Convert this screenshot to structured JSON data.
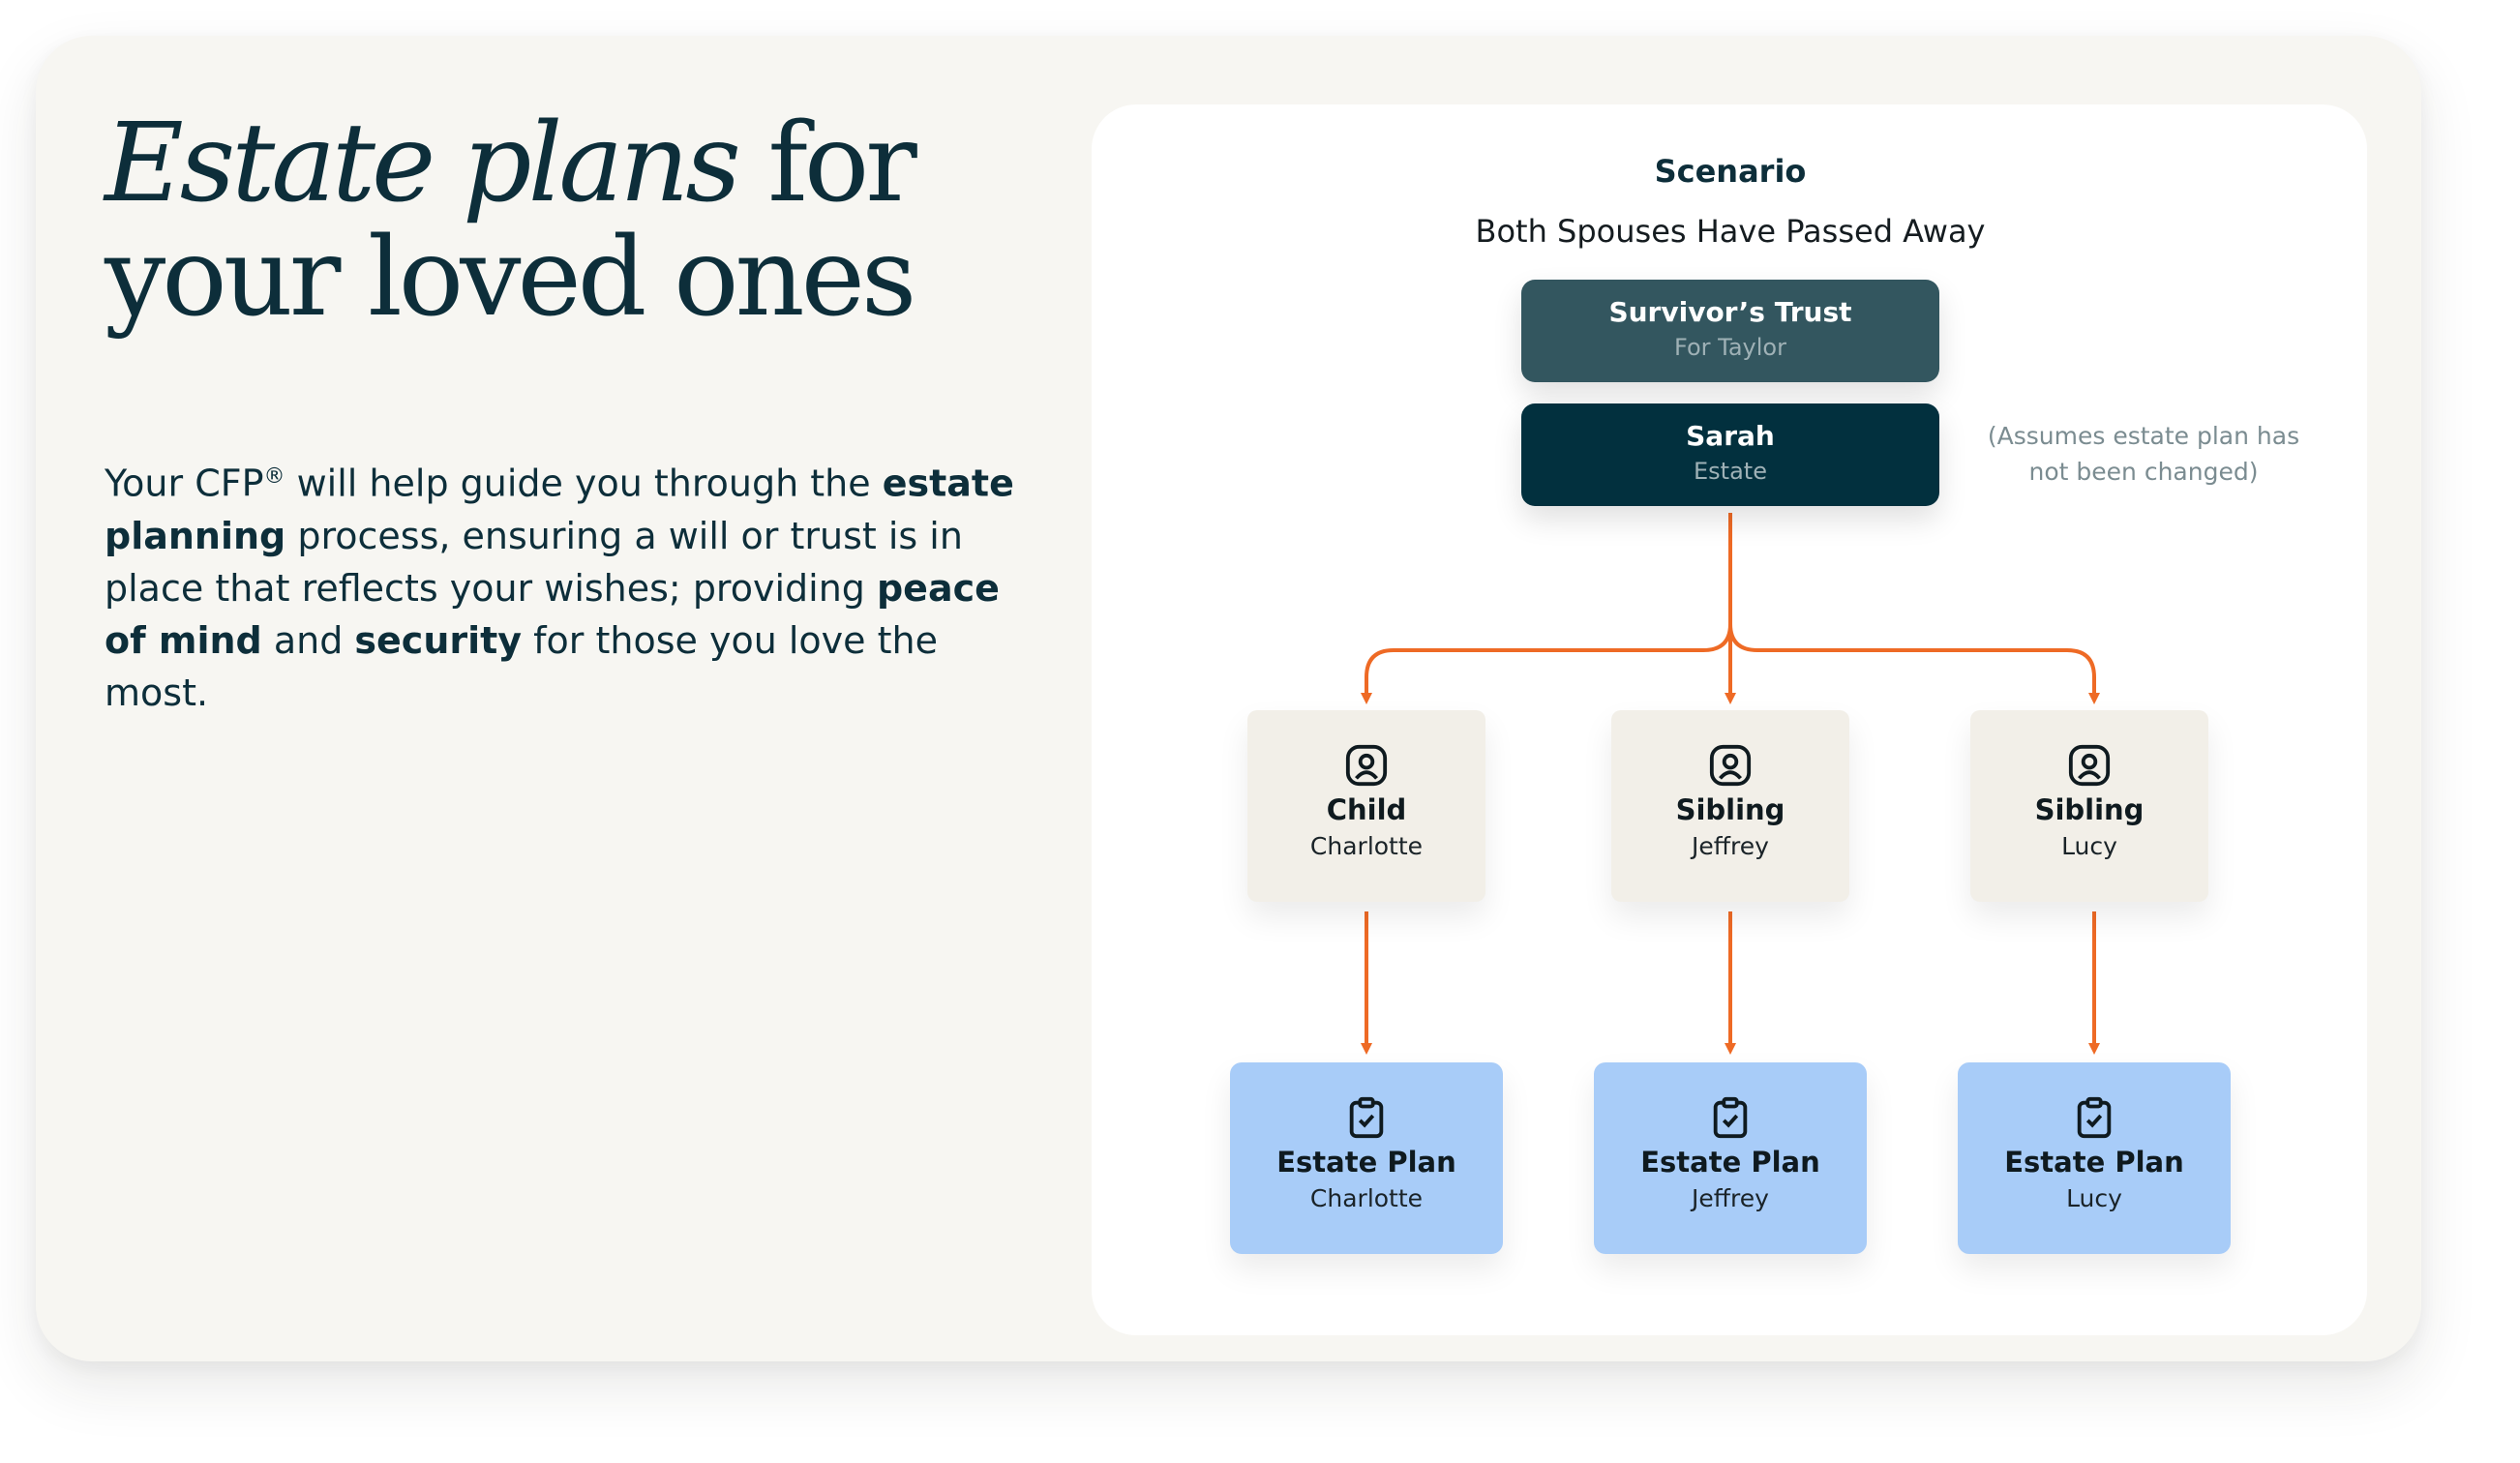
{
  "headline": {
    "italic": "Estate plans",
    "rest": "for your loved ones"
  },
  "intro": {
    "part1": "Your CFP",
    "reg": "®",
    "part2": " will help guide you through the ",
    "bold1": "estate planning",
    "part3": " process, ensuring a will or trust is in place that reflects your wishes; providing ",
    "bold2": "peace of mind",
    "part4": " and ",
    "bold3": "security",
    "part5": " for those you love the most."
  },
  "diagram": {
    "title": "Scenario",
    "subtitle": "Both Spouses Have Passed Away",
    "trust": {
      "title": "Survivor’s Trust",
      "subtitle": "For Taylor"
    },
    "estate": {
      "title": "Sarah",
      "subtitle": "Estate"
    },
    "note": "(Assumes estate plan has not been changed)",
    "beneficiaries": [
      {
        "role": "Child",
        "name": "Charlotte",
        "icon": "user-circle-icon"
      },
      {
        "role": "Sibling",
        "name": "Jeffrey",
        "icon": "user-circle-icon"
      },
      {
        "role": "Sibling",
        "name": "Lucy",
        "icon": "user-circle-icon"
      }
    ],
    "plans": [
      {
        "title": "Estate Plan",
        "name": "Charlotte",
        "icon": "clipboard-check-icon"
      },
      {
        "title": "Estate Plan",
        "name": "Jeffrey",
        "icon": "clipboard-check-icon"
      },
      {
        "title": "Estate Plan",
        "name": "Lucy",
        "icon": "clipboard-check-icon"
      }
    ]
  },
  "colors": {
    "navy": "#0d2e3a",
    "trust_box": "#33565f",
    "estate_box": "#02303e",
    "person_box": "#f2efe8",
    "plan_box": "#a8ccf8",
    "arrow": "#ee6a25",
    "card_bg": "#f7f6f2"
  }
}
